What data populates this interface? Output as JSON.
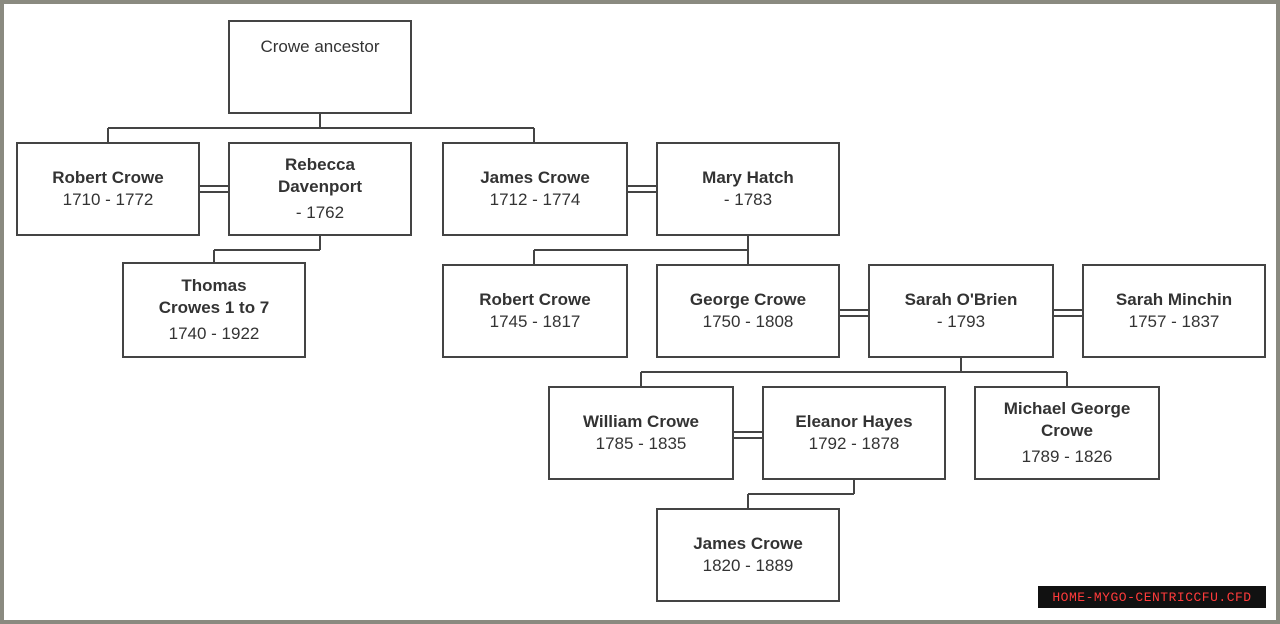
{
  "people": {
    "ancestor": {
      "name": "Crowe ancestor"
    },
    "robert_1710": {
      "name": "Robert Crowe",
      "dates": "1710 - 1772"
    },
    "rebecca": {
      "name": "Rebecca Davenport",
      "dates": "- 1762"
    },
    "james_1712": {
      "name": "James Crowe",
      "dates": "1712 - 1774"
    },
    "mary": {
      "name": "Mary Hatch",
      "dates": "- 1783"
    },
    "thomas": {
      "name": "Thomas Crowes 1 to 7",
      "dates": "1740 - 1922"
    },
    "robert_1745": {
      "name": "Robert Crowe",
      "dates": "1745 - 1817"
    },
    "george": {
      "name": "George Crowe",
      "dates": "1750 - 1808"
    },
    "sarah_obrien": {
      "name": "Sarah O'Brien",
      "dates": "- 1793"
    },
    "sarah_minchin": {
      "name": "Sarah Minchin",
      "dates": "1757 - 1837"
    },
    "william": {
      "name": "William Crowe",
      "dates": "1785 - 1835"
    },
    "eleanor": {
      "name": "Eleanor Hayes",
      "dates": "1792 - 1878"
    },
    "michael": {
      "name": "Michael George Crowe",
      "dates": "1789 - 1826"
    },
    "james_1820": {
      "name": "James Crowe",
      "dates": "1820 - 1889"
    }
  },
  "watermark": "HOME-MYGO-CENTRICCFU.CFD",
  "colors": {
    "border": "#444444",
    "line": "#444444",
    "frame": "#8a8a80",
    "watermark_bg": "#111111",
    "watermark_text": "#ff3b3b"
  }
}
